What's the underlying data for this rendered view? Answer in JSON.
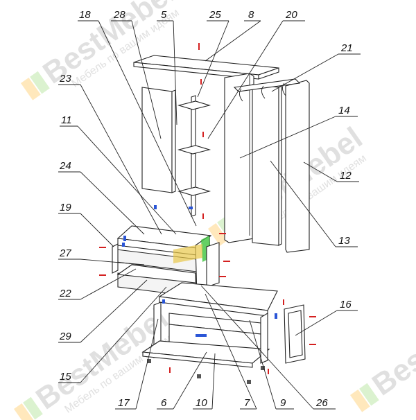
{
  "watermark": {
    "brand": "BestMebel",
    "tagline": "Мебель по вашим идеям"
  },
  "labels": [
    {
      "id": "18",
      "text": "18"
    },
    {
      "id": "28",
      "text": "28"
    },
    {
      "id": "5",
      "text": "5"
    },
    {
      "id": "25",
      "text": "25"
    },
    {
      "id": "8",
      "text": "8"
    },
    {
      "id": "20",
      "text": "20"
    },
    {
      "id": "21",
      "text": "21"
    },
    {
      "id": "23",
      "text": "23"
    },
    {
      "id": "14",
      "text": "14"
    },
    {
      "id": "11",
      "text": "11"
    },
    {
      "id": "12",
      "text": "12"
    },
    {
      "id": "24",
      "text": "24"
    },
    {
      "id": "13",
      "text": "13"
    },
    {
      "id": "19",
      "text": "19"
    },
    {
      "id": "27",
      "text": "27"
    },
    {
      "id": "22",
      "text": "22"
    },
    {
      "id": "16",
      "text": "16"
    },
    {
      "id": "29",
      "text": "29"
    },
    {
      "id": "15",
      "text": "15"
    },
    {
      "id": "17",
      "text": "17"
    },
    {
      "id": "6",
      "text": "6"
    },
    {
      "id": "10",
      "text": "10"
    },
    {
      "id": "7",
      "text": "7"
    },
    {
      "id": "9",
      "text": "9"
    },
    {
      "id": "26",
      "text": "26"
    }
  ],
  "colors": {
    "line": "#222222",
    "fastener_red": "#d42020",
    "fastener_blue": "#2a55d6",
    "drawer_green": "#3ec43e",
    "drawer_yellow": "#e8c84a",
    "watermark_orange": "#ffd27a",
    "watermark_green": "#b8e6a0"
  }
}
